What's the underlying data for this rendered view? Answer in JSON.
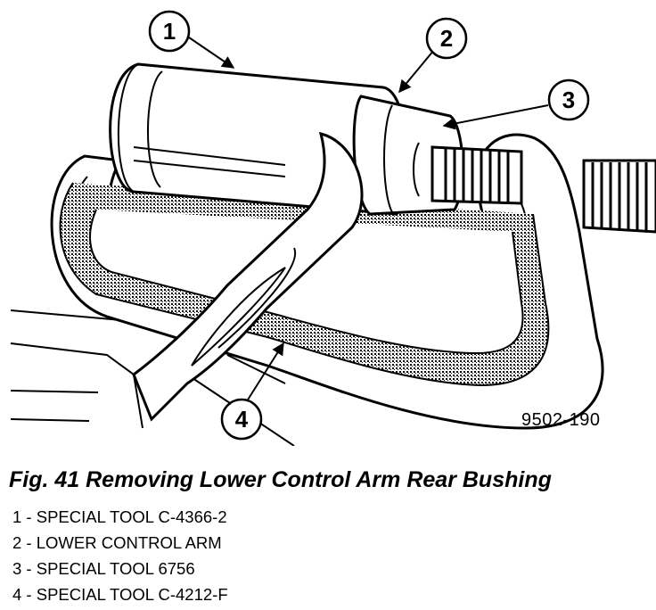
{
  "diagram": {
    "figure_id": "9502-190",
    "caption": "Fig. 41 Removing Lower Control Arm Rear Bushing",
    "callouts": [
      "1",
      "2",
      "3",
      "4"
    ],
    "legend": [
      "1 - SPECIAL TOOL C-4366-2",
      "2 - LOWER CONTROL ARM",
      "3 - SPECIAL TOOL 6756",
      "4 - SPECIAL TOOL C-4212-F"
    ]
  }
}
